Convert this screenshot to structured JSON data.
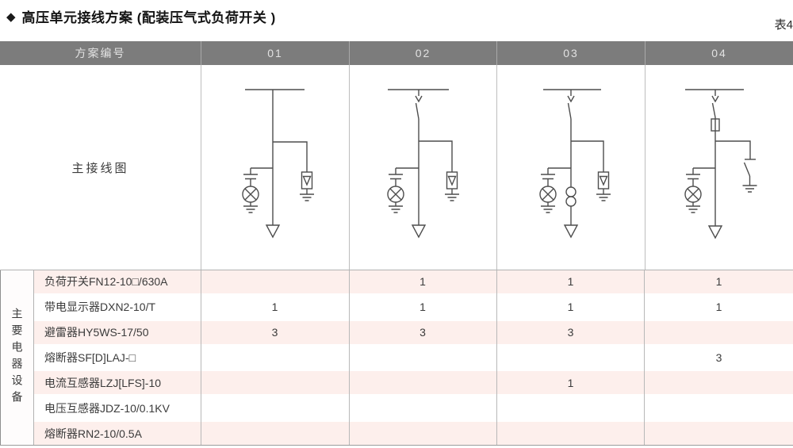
{
  "page": {
    "bullet": "◆",
    "title": "高压单元接线方案 (配装压气式负荷开关 )",
    "table_tag": "表4"
  },
  "table": {
    "header": {
      "scheme_label": "方案编号",
      "schemes": [
        "01",
        "02",
        "03",
        "04"
      ]
    },
    "diagram_row_label": "主接线图",
    "group_label": "主要电器设备",
    "rows": [
      {
        "name": "负荷开关FN12-10□/630A",
        "values": [
          "",
          "1",
          "1",
          "1"
        ]
      },
      {
        "name": "带电显示器DXN2-10/T",
        "values": [
          "1",
          "1",
          "1",
          "1"
        ]
      },
      {
        "name": "避雷器HY5WS-17/50",
        "values": [
          "3",
          "3",
          "3",
          ""
        ]
      },
      {
        "name": "熔断器SF[D]LAJ-□",
        "values": [
          "",
          "",
          "",
          "3"
        ]
      },
      {
        "name": "电流互感器LZJ[LFS]-10",
        "values": [
          "",
          "",
          "1",
          ""
        ]
      },
      {
        "name": "电压互感器JDZ-10/0.1KV",
        "values": [
          "",
          "",
          "",
          ""
        ]
      },
      {
        "name": "熔断器RN2-10/0.5A",
        "values": [
          "",
          "",
          "",
          ""
        ]
      }
    ],
    "diagrams": [
      {
        "scheme": "01",
        "components": [
          "busbar",
          "cable-feeder-arrow",
          "live-display-indicator",
          "surge-arrester-with-earth"
        ]
      },
      {
        "scheme": "02",
        "components": [
          "busbar",
          "load-switch",
          "cable-feeder-arrow",
          "live-display-indicator",
          "surge-arrester-with-earth"
        ]
      },
      {
        "scheme": "03",
        "components": [
          "busbar",
          "load-switch",
          "current-transformer",
          "cable-feeder-arrow",
          "live-display-indicator",
          "surge-arrester-with-earth"
        ]
      },
      {
        "scheme": "04",
        "components": [
          "busbar",
          "load-switch",
          "fuse",
          "earthing-switch",
          "cable-feeder-arrow",
          "live-display-indicator"
        ]
      }
    ],
    "colors": {
      "header_bg": "#7c7c7c",
      "row_pink": "#fdefec",
      "diagram_line": "#4d4d4d",
      "border": "#b2b2b2"
    }
  }
}
